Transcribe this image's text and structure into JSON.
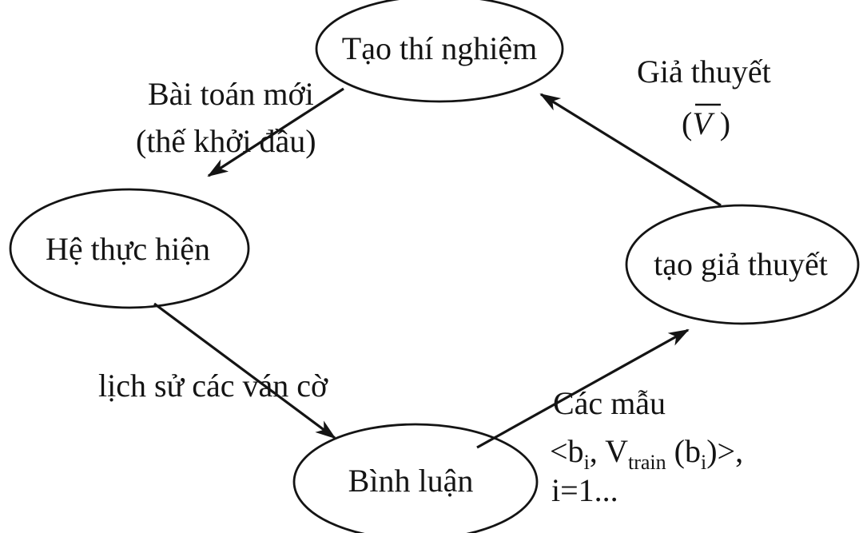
{
  "diagram": {
    "background_color": "#ffffff",
    "ink_color": "#141414",
    "nodes": {
      "experiment": {
        "label": "Tạo thí nghiệm"
      },
      "performer": {
        "label": "Hệ thực hiện"
      },
      "critic": {
        "label": "Bình luận"
      },
      "generalizer": {
        "label": "tạo giả thuyết"
      }
    },
    "edges": {
      "new_problem": {
        "line1": "Bài toán mới",
        "line2": "(thế khởi đầu)"
      },
      "history": {
        "label": "lịch sử các ván cờ"
      },
      "samples": {
        "line1": "Các mẫu",
        "line2_parts": {
          "p1": "<b",
          "sub1": "i",
          "p2": ", V",
          "sub2": "train",
          "p3": " (b",
          "sub3": "i",
          "p4": ")>,"
        },
        "line3": "i=1..."
      },
      "hypothesis": {
        "line1": "Giả thuyết",
        "paren_open": "(",
        "symbol": "V",
        "paren_close": " )"
      }
    }
  }
}
